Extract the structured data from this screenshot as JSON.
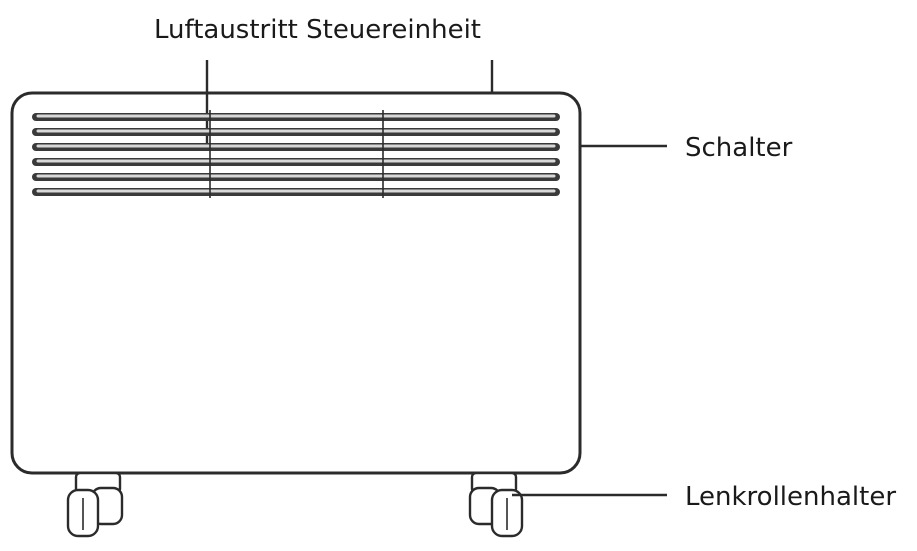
{
  "labels": {
    "top": "Luftaustritt Steuereinheit",
    "switch": "Schalter",
    "caster_holder": "Lenkrollenhalter"
  },
  "colors": {
    "line": "#2b2b2b",
    "background": "#ffffff"
  }
}
